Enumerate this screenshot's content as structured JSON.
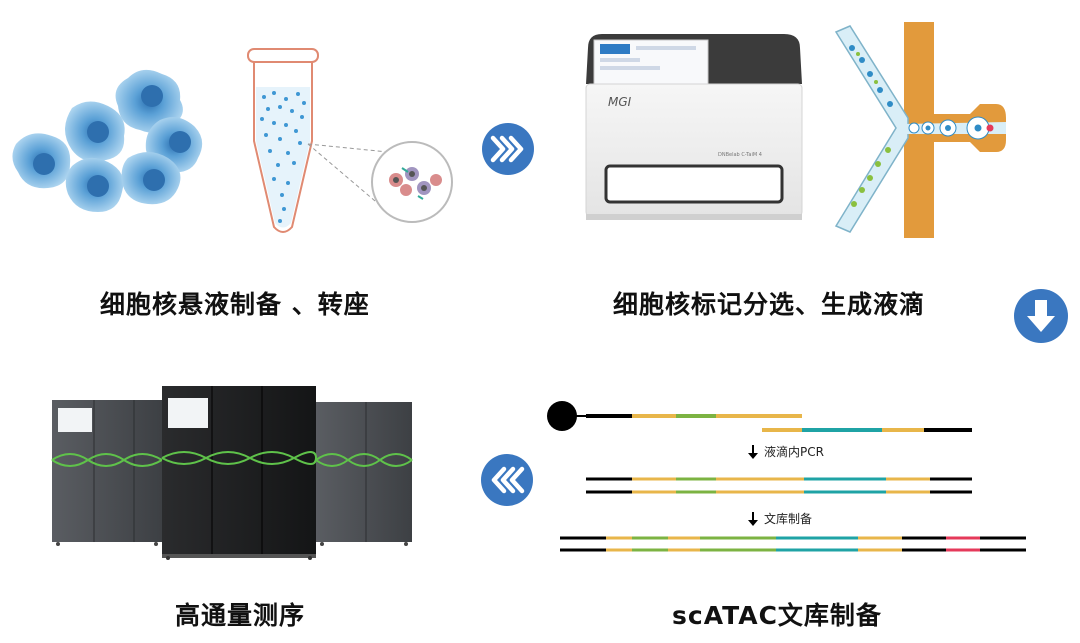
{
  "steps": {
    "step1": {
      "title": "细胞核悬液制备 、转座"
    },
    "step2": {
      "title": "细胞核标记分选、生成液滴"
    },
    "step3": {
      "title": "scATAC文库制备"
    },
    "step4": {
      "title": "高通量测序"
    }
  },
  "instrument": {
    "brand": "MGI",
    "model": "DNBelab C-TaiM 4"
  },
  "library": {
    "pcr_label": "液滴内PCR",
    "prep_label": "文库制备"
  },
  "arrows": {
    "right": "double-chevron-right-icon",
    "down": "arrow-down-icon",
    "left": "double-chevron-left-icon"
  },
  "colors": {
    "accent_blue": "#3a77c0",
    "orange": "#e5a133",
    "strand_orange": "#e8b64a",
    "strand_green": "#7cb342",
    "strand_teal": "#1fa3a5",
    "strand_red": "#e5395a"
  }
}
